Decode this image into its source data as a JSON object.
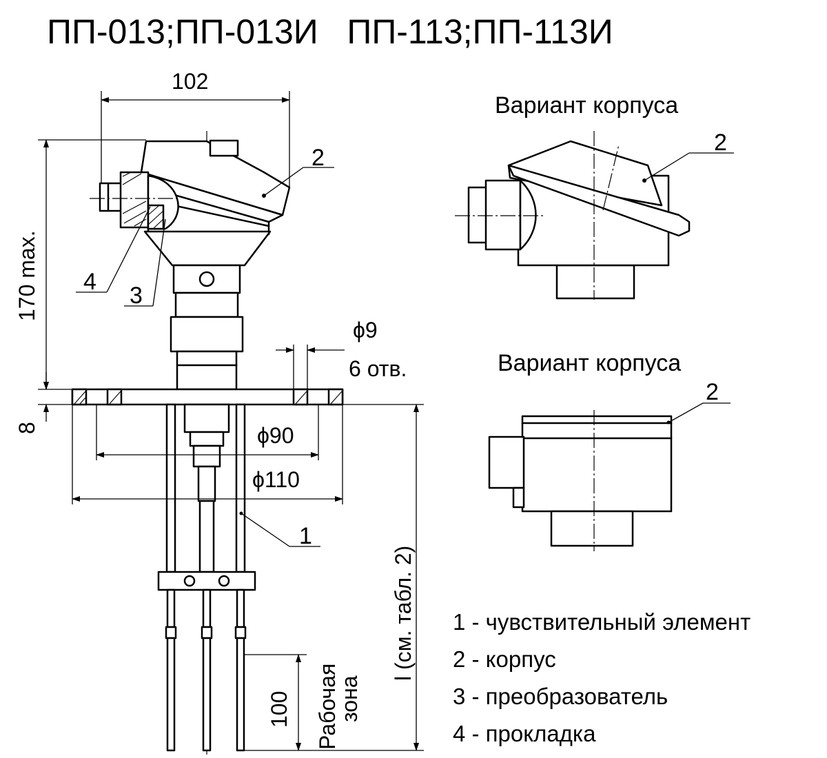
{
  "title": "ПП-013;ПП-013И   ПП-113;ПП-113И",
  "variant_labels": [
    "Вариант корпуса",
    "Вариант корпуса"
  ],
  "callouts": {
    "c1": "1",
    "c2a": "2",
    "c2b": "2",
    "c2c": "2",
    "c3": "3",
    "c4": "4"
  },
  "dimensions": {
    "d102": "102",
    "d170": "170 max.",
    "d8": "8",
    "d_hole": "ϕ9",
    "d_holes_count": "6 отв.",
    "d90": "ϕ90",
    "d110": "ϕ110",
    "l_length": "l (см. табл. 2)",
    "d100": "100",
    "work_zone_line1": "Рабочая",
    "work_zone_line2": "зона"
  },
  "legend": [
    {
      "text": "1 - чувствительный элемент"
    },
    {
      "text": "2 - корпус"
    },
    {
      "text": "3 - преобразователь"
    },
    {
      "text": "4 - прокладка"
    }
  ]
}
